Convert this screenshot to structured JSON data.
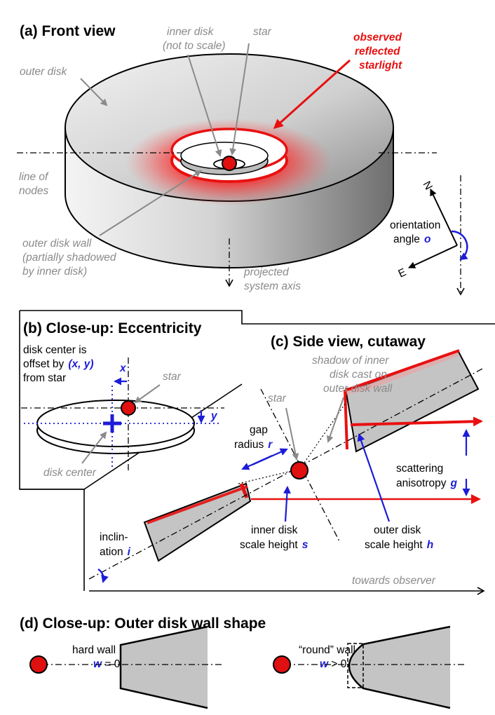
{
  "panels": {
    "a": {
      "title": "(a) Front view",
      "inner_disk": [
        "inner disk",
        "(not to scale)"
      ],
      "star": "star",
      "observed": [
        "observed",
        "reflected",
        "starlight"
      ],
      "outer_disk": "outer disk",
      "line_of_nodes": [
        "line of",
        "nodes"
      ],
      "wall": [
        "outer disk wall",
        "(partially shadowed",
        "by inner disk)"
      ],
      "axis": [
        "projected",
        "system axis"
      ],
      "orientation": [
        "orientation",
        "angle"
      ],
      "orientation_var": "o",
      "north": "N",
      "east": "E"
    },
    "b": {
      "title": "(b) Close-up: Eccentricity",
      "offset_lines": [
        "disk center is",
        "offset by",
        "from star"
      ],
      "offset_var": "(x, y)",
      "x_var": "x",
      "y_var": "y",
      "star": "star",
      "disk_center": "disk center"
    },
    "c": {
      "title": "(c) Side view, cutaway",
      "shadow": [
        "shadow of inner",
        "disk cast on",
        "outer disk wall"
      ],
      "star": "star",
      "gap": [
        "gap",
        "radius"
      ],
      "gap_var": "r",
      "scattering": [
        "scattering",
        "anisotropy"
      ],
      "scattering_var": "g",
      "inclination": [
        "inclin-",
        "ation"
      ],
      "inclination_var": "i",
      "inner_height": [
        "inner disk",
        "scale height"
      ],
      "inner_height_var": "s",
      "outer_height": [
        "outer disk",
        "scale height"
      ],
      "outer_height_var": "h",
      "towards": "towards observer"
    },
    "d": {
      "title": "(d) Close-up: Outer disk wall shape",
      "hard": "hard wall",
      "hard_var": "w",
      "hard_eq": " = 0",
      "round": "“round” wall",
      "round_var": "w",
      "round_eq": " > 0"
    }
  },
  "colors": {
    "star_fill": "#e01010",
    "accent_red": "#e81010",
    "annotation_blue": "#1c1cd8",
    "label_grey": "#8a8a8a",
    "disk_grey": "#c4c4c4"
  }
}
